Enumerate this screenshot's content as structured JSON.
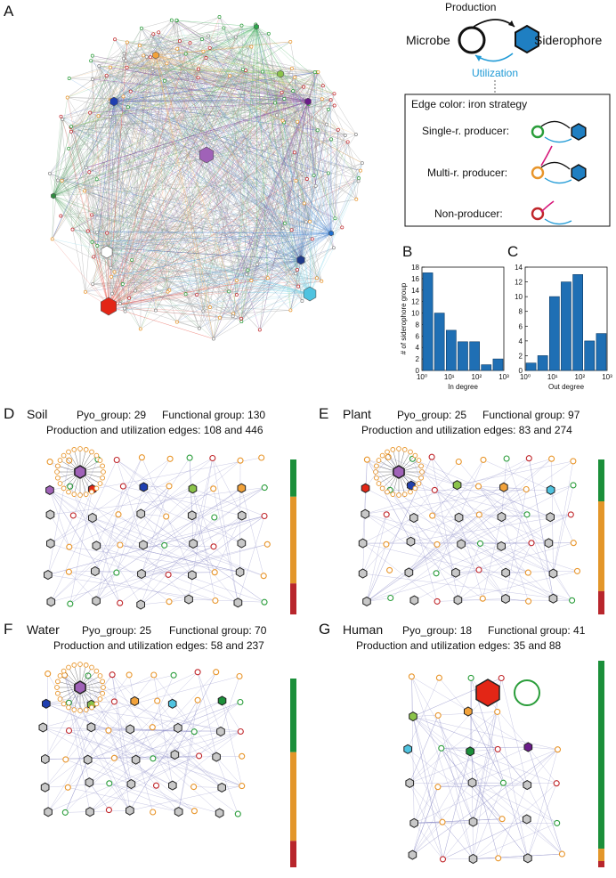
{
  "panels": {
    "A": "A",
    "B": "B",
    "C": "C",
    "D": "D",
    "E": "E",
    "F": "F",
    "G": "G"
  },
  "legend": {
    "production": "Production",
    "microbe": "Microbe",
    "siderophore": "Siderophore",
    "utilization": "Utilization",
    "edge_color_title": "Edge color:  iron strategy",
    "single": "Single-r. producer:",
    "multi": "Multi-r. producer:",
    "non": "Non-producer:",
    "colors": {
      "single": "#2a9d3a",
      "multi": "#e8952a",
      "non": "#c0262a",
      "production": "#111111",
      "utilization": "#1f9ad6",
      "multi_arrow": "#d6197a",
      "siderophore": "#1f7fc2"
    }
  },
  "networks": [
    {
      "key": "soil",
      "name": "Soil",
      "pyo": "Pyo_group: 29",
      "functional": "Functional group: 130",
      "edges": "Production and utilization edges: 108 and 446",
      "bar_fractions": [
        0.24,
        0.56,
        0.2
      ]
    },
    {
      "key": "plant",
      "name": "Plant",
      "pyo": "Pyo_group: 25",
      "functional": "Functional group: 97",
      "edges": "Production and utilization edges: 83 and 274",
      "bar_fractions": [
        0.27,
        0.58,
        0.15
      ]
    },
    {
      "key": "water",
      "name": "Water",
      "pyo": "Pyo_group: 25",
      "functional": "Functional group: 70",
      "edges": "Production and utilization edges: 58 and 237",
      "bar_fractions": [
        0.39,
        0.47,
        0.14
      ]
    },
    {
      "key": "human",
      "name": "Human",
      "pyo": "Pyo_group: 18",
      "functional": "Functional group: 41",
      "edges": "Production and utilization edges: 35 and 88",
      "bar_fractions": [
        0.91,
        0.06,
        0.03
      ]
    }
  ],
  "chart_data": [
    {
      "type": "bar",
      "panel": "B",
      "categories": [
        "1",
        "2",
        "3",
        "4",
        "5",
        "6",
        "7"
      ],
      "values": [
        17,
        10,
        7,
        5,
        5,
        1,
        2
      ],
      "xlabel": "In degree",
      "ylabel": "# of siderophore group",
      "ylim": [
        0,
        18
      ],
      "yticks": [
        "0",
        "2",
        "4",
        "6",
        "8",
        "10",
        "12",
        "14",
        "16",
        "18"
      ],
      "xticks": [
        "10⁰",
        "10¹",
        "10²",
        "10³"
      ],
      "color": "#1f6fb4"
    },
    {
      "type": "bar",
      "panel": "C",
      "categories": [
        "1",
        "2",
        "3",
        "4",
        "5",
        "6",
        "7"
      ],
      "values": [
        1,
        2,
        10,
        12,
        13,
        4,
        5
      ],
      "xlabel": "Out degree",
      "ylabel": "",
      "ylim": [
        0,
        14
      ],
      "yticks": [
        "0",
        "2",
        "4",
        "6",
        "8",
        "10",
        "12",
        "14"
      ],
      "xticks": [
        "10⁰",
        "10¹",
        "10²",
        "10³"
      ],
      "color": "#1f6fb4"
    }
  ]
}
